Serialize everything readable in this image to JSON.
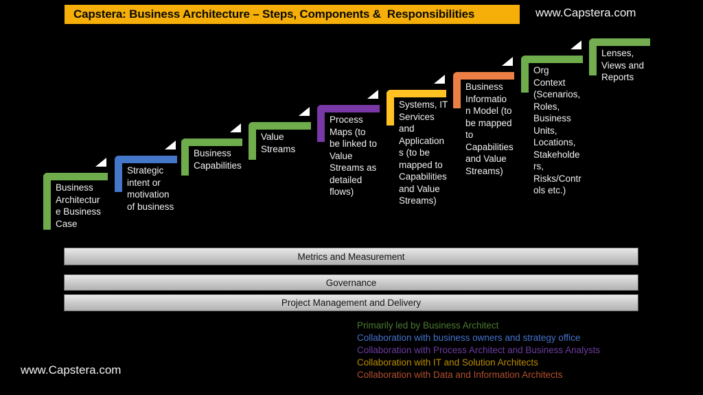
{
  "title_banner": {
    "text": "Capstera: Business Architecture – Steps, Components &  Responsibilities",
    "bg": "#F6AF08"
  },
  "site_link_top_right": "www.Capstera.com",
  "site_link_bottom_left": "www.Capstera.com",
  "steps": [
    {
      "label": "Business\nArchitectur\ne Business\nCase",
      "color": "#6FAD4C",
      "arrow": true
    },
    {
      "label": "Strategic\nintent or\nmotivation\nof business",
      "color": "#4577C8",
      "arrow": true
    },
    {
      "label": "Business\nCapabilities",
      "color": "#6FAD4C",
      "arrow": true
    },
    {
      "label": "Value\nStreams",
      "color": "#6FAD4C",
      "arrow": true
    },
    {
      "label": "Process\nMaps (to\nbe linked to\nValue\nStreams as\ndetailed\nflows)",
      "color": "#7A37A6",
      "arrow": true
    },
    {
      "label": "Systems, IT\nServices\nand\nApplication\ns (to be\nmapped to\nCapabilities\nand Value\nStreams)",
      "color": "#FFC222",
      "arrow": true
    },
    {
      "label": "Business\nInformatio\nn Model (to\nbe mapped\nto\nCapabilities\nand Value\nStreams)",
      "color": "#EB7F45",
      "arrow": true
    },
    {
      "label": "Org\nContext\n(Scenarios,\nRoles,\nBusiness\nUnits,\nLocations,\nStakeholde\nrs,\nRisks/Contr\nols etc.)",
      "color": "#6FAD4C",
      "arrow": true
    },
    {
      "label": "Lenses,\nViews and\nReports",
      "color": "#74AE50",
      "arrow": false
    }
  ],
  "foundation_bars": [
    "Metrics and Measurement",
    "Governance",
    "Project Management and Delivery"
  ],
  "legend": [
    {
      "text": "Primarily led by Business Architect",
      "color": "#4D7B31"
    },
    {
      "text": "Collaboration with business owners and strategy office",
      "color": "#4575CE"
    },
    {
      "text": "Collaboration with Process Architect and Business Analysts",
      "color": "#6C3BA0"
    },
    {
      "text": "Collaboration with IT and Solution Architects",
      "color": "#BD8D00"
    },
    {
      "text": "Collaboration with Data and Information Architects",
      "color": "#B5502F"
    }
  ]
}
